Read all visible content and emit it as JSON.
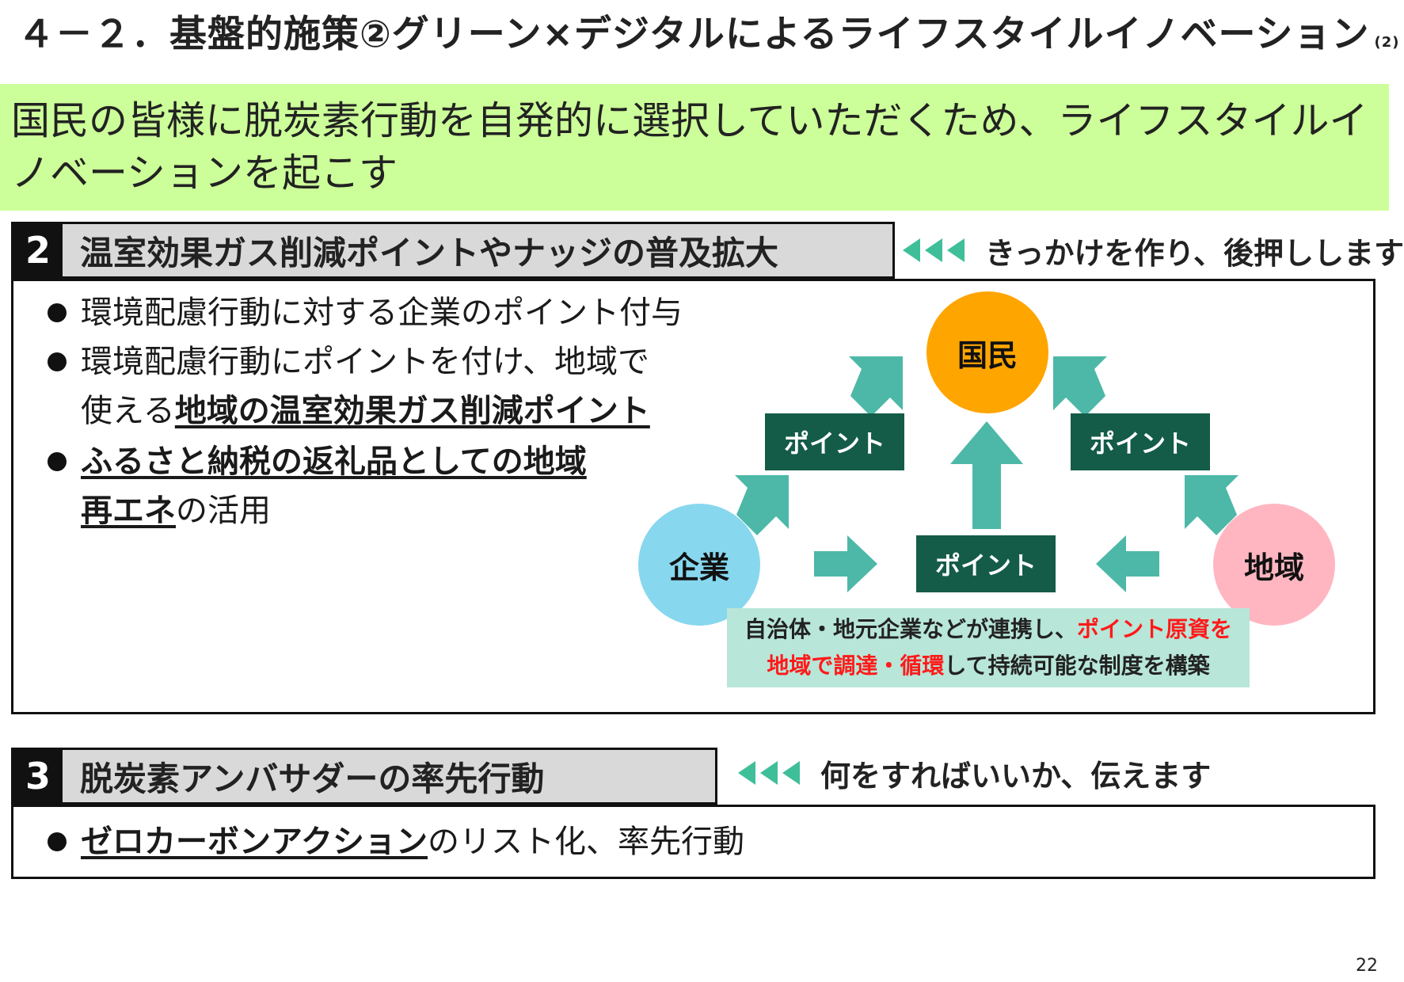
{
  "title": {
    "main": "４－２．基盤的施策②グリーン×デジタルによるライフスタイルイノベーション",
    "suffix": "(2)"
  },
  "banner": {
    "text": "国民の皆様に脱炭素行動を自発的に選択していただくため、ライフスタイルイノベーションを起こす"
  },
  "section2": {
    "number": "2",
    "title": "温室効果ガス削減ポイントやナッジの普及拡大",
    "tagline": "きっかけを作り、後押しします",
    "bullets": {
      "b1": "環境配慮行動に対する企業のポイント付与",
      "b2_line1": "環境配慮行動にポイントを付け、地域で",
      "b2_line2_plain": "使える",
      "b2_line2_bold": "地域の温室効果ガス削減ポイント",
      "b3_line1_bold": "ふるさと納税の返礼品としての地域",
      "b3_line2_bold": "再エネ",
      "b3_line2_plain": "の活用"
    },
    "diagram": {
      "node_top": "国民",
      "node_left": "企業",
      "node_right": "地域",
      "point_label": "ポイント",
      "colors": {
        "top": "#ffa500",
        "left": "#87d7ee",
        "right": "#ffb6c1",
        "arrow": "#4db8a8",
        "point_box": "#145c48",
        "note_bg": "#b8e6d8",
        "emphasis": "#ff1a1a"
      },
      "note": {
        "line1_plain": "自治体・地元企業などが連携し、",
        "line1_red": "ポイント原資を",
        "line2_red": "地域で調達・循環",
        "line2_plain": "して持続可能な制度を構築"
      }
    }
  },
  "section3": {
    "number": "3",
    "title": "脱炭素アンバサダーの率先行動",
    "tagline": "何をすればいいか、伝えます",
    "bullet_bold": "ゼロカーボンアクション",
    "bullet_plain": "のリスト化、率先行動"
  },
  "page_number": "22"
}
